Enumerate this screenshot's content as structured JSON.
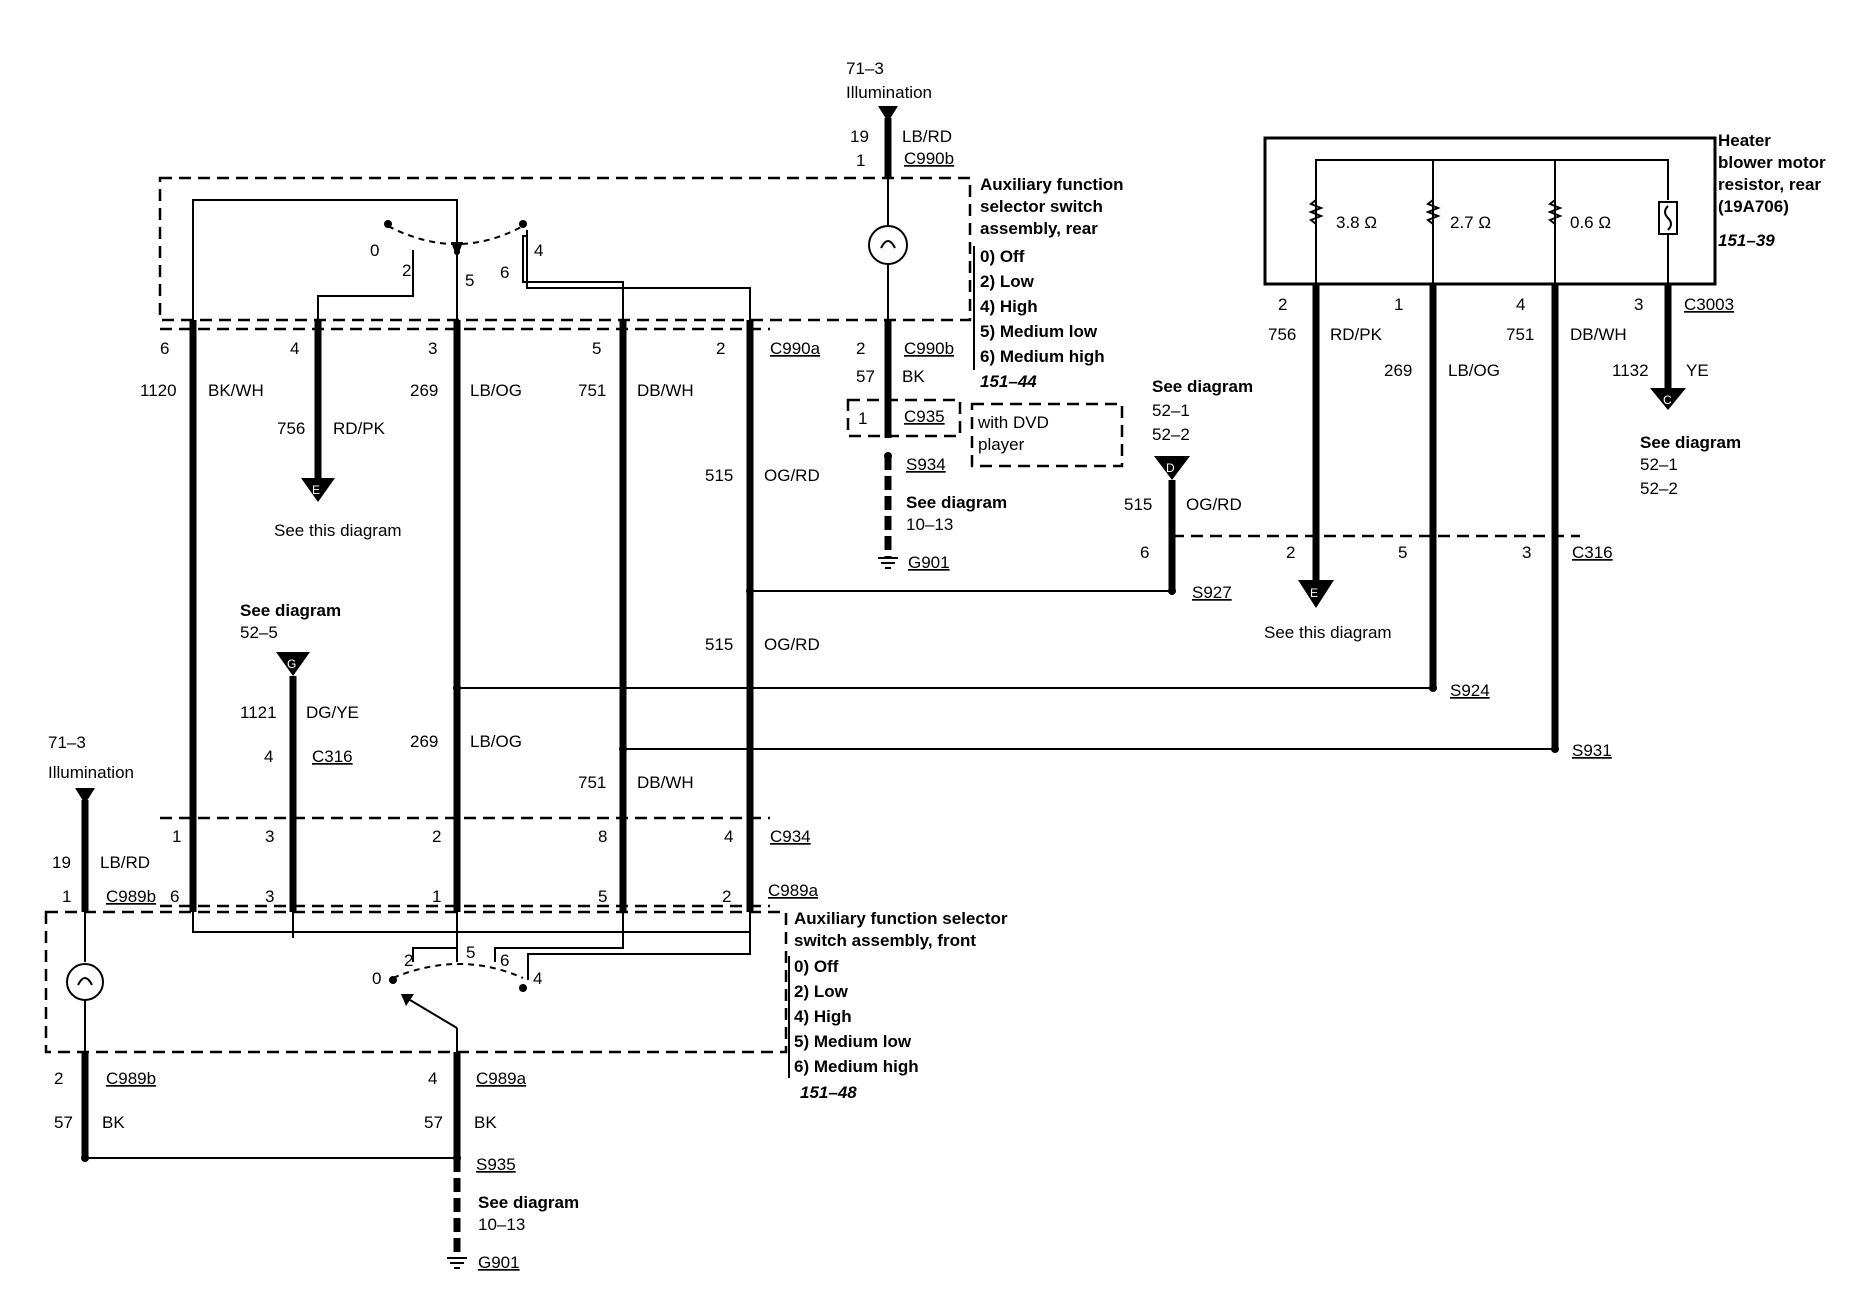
{
  "rear_switch": {
    "title": [
      "Auxiliary function",
      "selector switch",
      "assembly, rear"
    ],
    "modes": [
      "0) Off",
      "2) Low",
      "4) High",
      "5) Medium low",
      "6) Medium high"
    ],
    "ref": "151–44"
  },
  "front_switch": {
    "title": [
      "Auxiliary function selector",
      "switch assembly, front"
    ],
    "modes": [
      "0) Off",
      "2) Low",
      "4) High",
      "5) Medium low",
      "6) Medium high"
    ],
    "ref": "151–48"
  },
  "resistor": {
    "title": [
      "Heater",
      "blower motor",
      "resistor, rear",
      "(19A706)"
    ],
    "ref": "151–39",
    "values": [
      "3.8 Ω",
      "2.7 Ω",
      "0.6 Ω"
    ]
  },
  "illumination": {
    "code": "71–3",
    "label": "Illumination"
  },
  "wires": {
    "w19": "19",
    "w19c": "LB/RD",
    "w57": "57",
    "w57c": "BK",
    "w1120": "1120",
    "w1120c": "BK/WH",
    "w756": "756",
    "w756c": "RD/PK",
    "w269": "269",
    "w269c": "LB/OG",
    "w751": "751",
    "w751c": "DB/WH",
    "w515": "515",
    "w515c": "OG/RD",
    "w1121": "1121",
    "w1121c": "DG/YE",
    "w1132": "1132",
    "w1132c": "YE"
  },
  "connectors": {
    "C990b": "C990b",
    "C990a": "C990a",
    "C935": "C935",
    "S934": "S934",
    "G901": "G901",
    "C3003": "C3003",
    "C316": "C316",
    "S927": "S927",
    "S924": "S924",
    "S931": "S931",
    "C934": "C934",
    "C989b": "C989b",
    "C989a": "C989a",
    "S935": "S935"
  },
  "refs": {
    "see_diagram": "See diagram",
    "see_this": "See this diagram",
    "d10_13": "10–13",
    "d52_1": "52–1",
    "d52_2": "52–2",
    "d52_5": "52–5",
    "with_dvd": [
      "with DVD",
      "player"
    ]
  },
  "pins": {
    "p0": "0",
    "p1": "1",
    "p2": "2",
    "p3": "3",
    "p4": "4",
    "p5": "5",
    "p6": "6",
    "p8": "8",
    "p19": "19"
  },
  "markers": {
    "E": "E",
    "G": "G",
    "D": "D",
    "C": "C"
  }
}
